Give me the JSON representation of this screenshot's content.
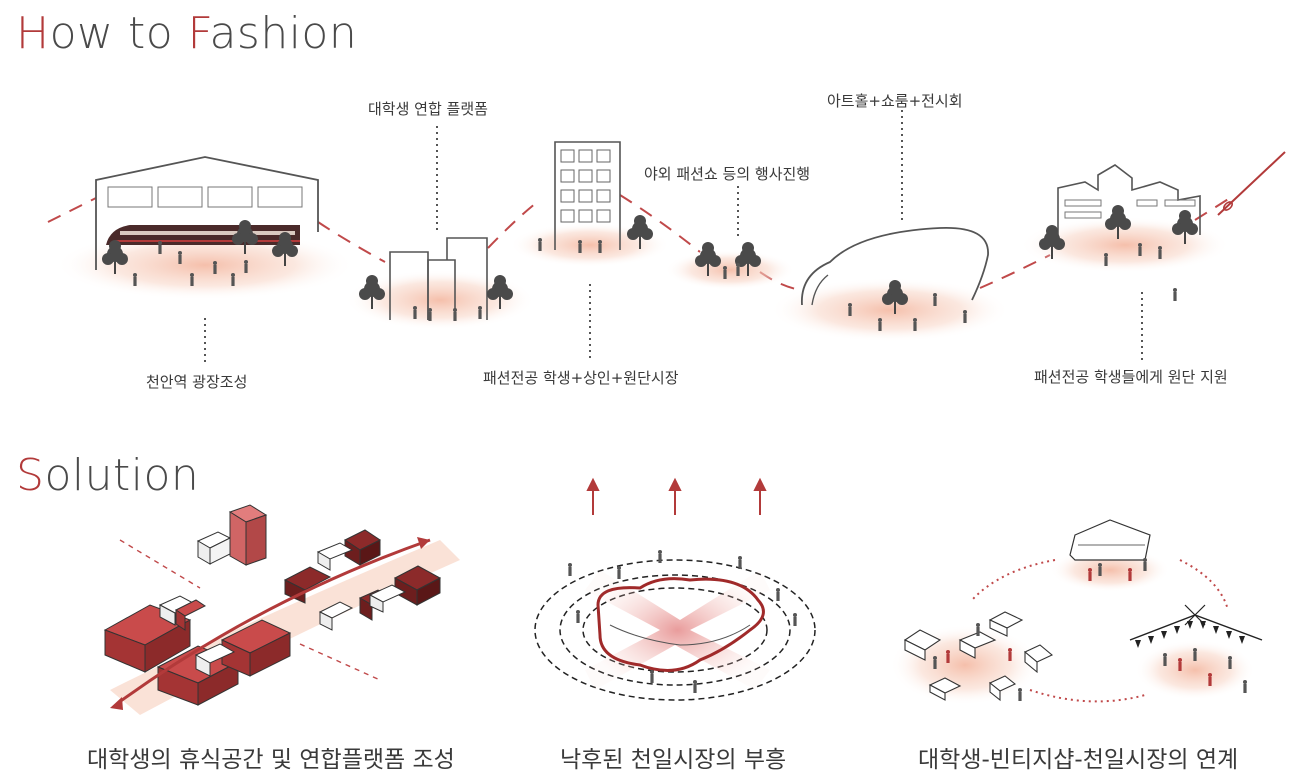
{
  "headings": {
    "how": {
      "accent": "H",
      "rest1": "ow to ",
      "accent2": "F",
      "rest2": "ashion"
    },
    "solution": {
      "accent": "S",
      "rest": "olution"
    }
  },
  "labels": {
    "platform": "대학생 연합 플랫폼",
    "artHall": "아트홀+쇼룸+전시회",
    "outdoorShow": "야외 패션쇼 등의 행사진행",
    "stationPlaza": "천안역 광장조성",
    "market": "패션전공 학생+상인+원단시장",
    "fabricSupport": "패션전공 학생들에게 원단 지원"
  },
  "captions": {
    "rest": "대학생의 휴식공간 및 연합플랫폼 조성",
    "revival": "낙후된 천일시장의 부흥",
    "link": "대학생-빈티지샵-천일시장의 연계"
  },
  "colors": {
    "accent": "#b23a3a",
    "dash": "#c0494a",
    "glow": "#f6c9b6",
    "line": "#555555",
    "block": "#b8353e",
    "blockDark": "#7d1e26"
  }
}
